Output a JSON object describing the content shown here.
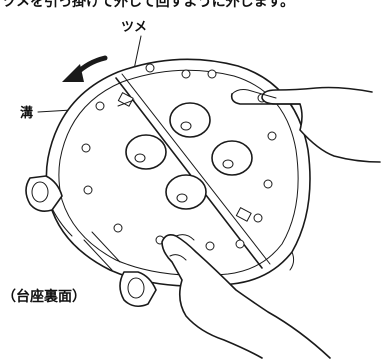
{
  "header_text": "ツメを引っ掛けて外して回すように外します。",
  "labels": {
    "tab": "ツメ",
    "groove": "溝",
    "base_underside": "（台座裏面）"
  },
  "icons": {
    "rotation_arrow": "counterclockwise-arrow-icon"
  }
}
